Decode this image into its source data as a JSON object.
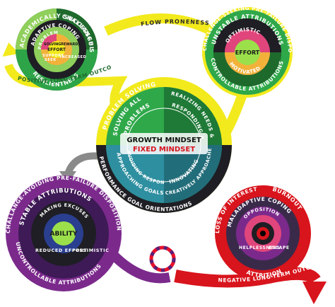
{
  "top_left_wheel": {
    "outer_left": "ACADEMICALLY SUCCESSFUL",
    "outer_right": "CHALLANGE SEEKING",
    "outer_bottom": "RESILIENTNESS",
    "ring2": "ADAPTIVE COPING",
    "ring3_a": "PROBLEM",
    "ring3_b": "SOLVING",
    "ring3_c": "REWARDS",
    "inner_left": "SUPPORT",
    "inner_mid": "SEEK",
    "inner_right": "INCREASED",
    "center": "EFFORT"
  },
  "top_left_arrow_label": "POSITIVE LONG-TERM OUTCOMES",
  "flow_label": "FLOW PRONENESS",
  "top_right_wheel": {
    "outer_top": "CHALLENGE-SEEKING PRE-FAILURE DISPOSITION",
    "ring_top": "UNSTABLE ATTRIBUTIONS",
    "ring_inner": "OPTIMISTIC",
    "center": "EFFORT",
    "inner_bottom": "MOTIVATED",
    "outer_bottom": "CONTROLLABLE ATTRIBUTIONS"
  },
  "center_wheel": {
    "outer_top": "PROBLEM SOLVING",
    "left_a": "SOLVING ALL",
    "left_b": "PROBLEMS",
    "right_a": "REALIZING NEEDS &",
    "right_b": "RESPONDING ALL",
    "growth": "GROWTH MINDSET",
    "fixed": "FIXED MINDSET",
    "bl_a": "AVOIDING RESPONSES",
    "bl_b": "APPROACHING GOALS",
    "br_a": "INNOVATING",
    "br_b": "CREATIVELY APPROACHES",
    "outer_bl": "PERFORMANCE GOAL ORIENTATIONS"
  },
  "bottom_left_wheel": {
    "outer_top": "CHALLANGE-AVOIDING PRE-FAILURE DISPOSITION",
    "ring": "STABLE ATTRIBUTIONS",
    "inner_a": "MAKING EXCUSES",
    "inner_b": "REDUCED EFFORT",
    "inner_c": "PESSIMISTIC",
    "center": "ABILITY",
    "outer_bottom": "UNCONTROLLABLE ATTRIBUTIONS"
  },
  "bottom_right_wheel": {
    "outer_left": "LOSS OF INTEREST",
    "outer_right": "BURNOUT",
    "ring": "MALADAPTIVE COPING",
    "inner_a": "OPPOSITION",
    "inner_b": "HELPLESSNESS",
    "inner_c": "ESCAPE",
    "outer_bottom": "ATTRITION"
  },
  "bottom_right_arrow_label": "NEGATIVE LONG-TERM OUTCOMES",
  "colors": {
    "yellow": "#f2ea1c",
    "dark_green": "#1e6a2c",
    "green": "#2fa84a",
    "light_green": "#8fcf5b",
    "teal": "#2e8fa0",
    "purple": "#7b2a8c",
    "red": "#d8141c",
    "dark": "#1e1e24",
    "gray": "#8a8a8a"
  }
}
